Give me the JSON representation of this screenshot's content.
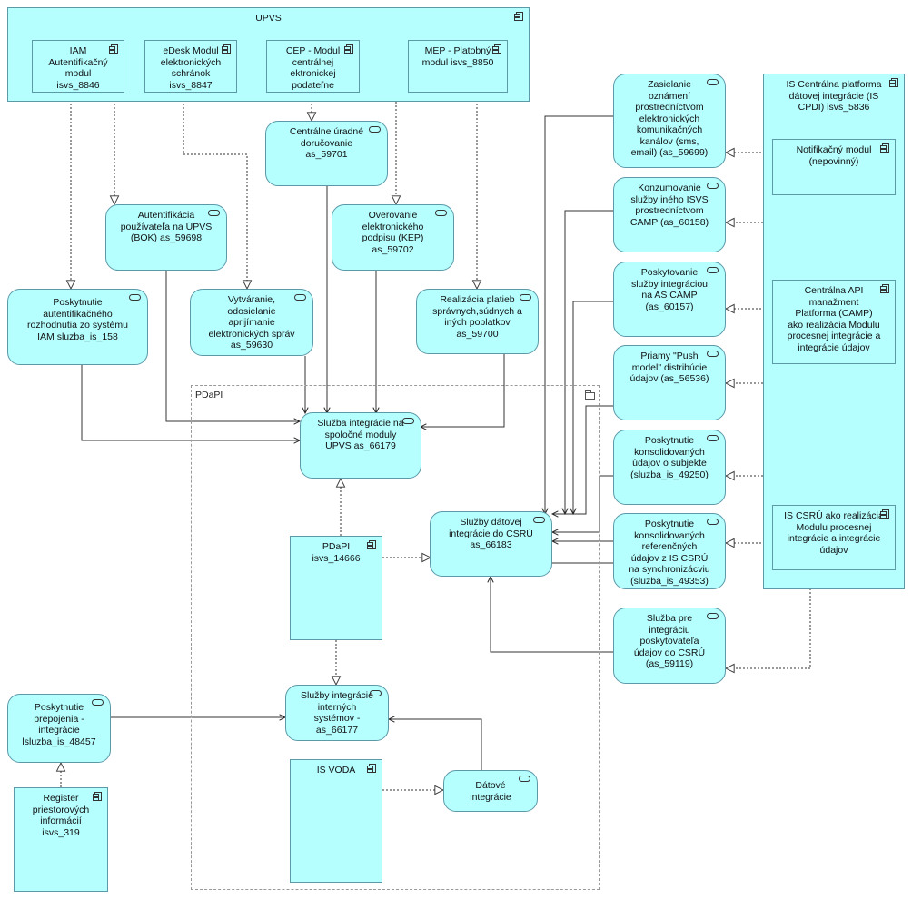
{
  "upvs": {
    "label": "UPVS"
  },
  "iam": {
    "label": "IAM\nAutentifikačný\nmodul\nisvs_8846"
  },
  "edesk": {
    "label": "eDesk Modul\nelektronických\nschránok\nisvs_8847"
  },
  "cep": {
    "label": "CEP  - Modul\ncentrálnej\nektronickej\npodateľne"
  },
  "mep": {
    "label": "MEP - Platobný\nmodul isvs_8850"
  },
  "central_doruc": {
    "label": "Centrálne úradné\ndoručovanie\nas_59701"
  },
  "auth_bok": {
    "label": "Autentifikácia\npoužívateľa na ÚPVS\n(BOK) as_59698"
  },
  "kep": {
    "label": "Overovanie\nelektronického\npodpisu (KEP)\nas_59702"
  },
  "auth_dec": {
    "label": "Poskytnutie\nautentifikačného\nrozhodnutia zo systému\nIAM sluzba_is_158"
  },
  "vytvaranie": {
    "label": "Vytváranie,\nodosielanie\naprijímanie\nelektronických správ\nas_59630"
  },
  "platby": {
    "label": "Realizácia platieb\nsprávnych,súdnych a\niných poplatkov\nas_59700"
  },
  "pdapi_group": {
    "label": "PDaPI"
  },
  "sluzba_upvs": {
    "label": "Služba integrácie na\nspoločné moduly\nUPVS as_66179"
  },
  "pdapi": {
    "label": "PDaPI\nisvs_14666"
  },
  "csru_int": {
    "label": "Služby dátovej\nintegrácie do CSRÚ\nas_66183"
  },
  "interne": {
    "label": "Služby integrácie\ninterných\nsystémov -\nas_66177"
  },
  "vo_da": {
    "label": "IS VODA"
  },
  "datove": {
    "label": "Dátové\nintegrácie"
  },
  "prepojenie": {
    "label": "Poskytnutie\nprepojenia -\nintegrácie\nlsluzba_is_48457"
  },
  "register": {
    "label": "Register\npriestorových\ninformácií\nisvs_319"
  },
  "zasielanie": {
    "label": "Zasielanie\noznámení\nprostredníctvom\nelektronických\nkomunikačných\nkanálov (sms,\nemail) (as_59699)"
  },
  "konzum": {
    "label": "Konzumovanie\nslužby iného ISVS\nprostredníctvom\nCAMP (as_60158)"
  },
  "poskyt_camp": {
    "label": "Poskytovanie\nslužby integráciou\nna AS CAMP\n(as_60157)"
  },
  "push": {
    "label": "Priamy \"Push\nmodel\" distribúcie\núdajov   (as_56536)"
  },
  "konsol_sub": {
    "label": "Poskytnutie\nkonsolidovaných\núdajov o subjekte\n(sluzba_is_49250)"
  },
  "konsol_ref": {
    "label": "Poskytnutie\nkonsolidovaných\nreferenčných\núdajov z IS CSRÚ\nna synchronizácviu\n(sluzba_is_49353)"
  },
  "sluzba_csru": {
    "label": "Služba pre\nintegráciu\nposkytovateľa\núdajov do CSRÚ\n(as_59119)"
  },
  "cpdi": {
    "label": "IS Centrálna platforma\ndátovej integrácie (IS\nCPDI) isvs_5836"
  },
  "notif": {
    "label": "Notifikačný modul\n(nepovinný)"
  },
  "camp": {
    "label": "Centrálna API\nmanažment\nPlatforma  (CAMP)\nako realizácia Modulu\nprocesnej integrácie a\nintegrácie údajov"
  },
  "csru_mod": {
    "label": "IS CSRÚ ako realizácia\nModulu procesnej\nintegrácie a integrácie\núdajov"
  }
}
